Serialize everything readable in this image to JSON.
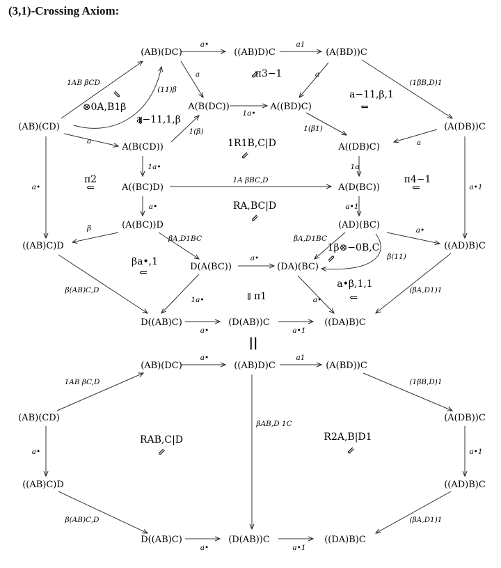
{
  "title": "(3,1)-Crossing Axiom:",
  "equals": "||",
  "nodes": {
    "t_ABDC": "(AB)(DC)",
    "t_AB_D_C": "((AB)D)C",
    "t_A_BD_C": "(A(BD))C",
    "t_ABCD": "(AB)(CD)",
    "t_A_B_DC": "A(B(DC))",
    "t_A__BD_C": "A((BD)C)",
    "t_A_DB_C": "(A(DB))C",
    "t_A_B_CD": "A(B(CD))",
    "t_A__DB_C": "A((DB)C)",
    "t_A__BC_D": "A((BC)D)",
    "t_A_D_BC": "A(D(BC))",
    "t_AB_C_D": "((AB)C)D",
    "t_A_BC_D": "(A(BC))D",
    "t_AD_BC": "(AD)(BC)",
    "t_AD_B_C": "((AD)B)C",
    "t_D_A_BC": "D(A(BC))",
    "t_DA_BC": "(DA)(BC)",
    "t_D__AB_C": "D((AB)C)",
    "t_D_AB_C": "(D(AB))C",
    "t_DA_B_C": "((DA)B)C",
    "b_ABDC": "(AB)(DC)",
    "b_AB_D_C": "((AB)D)C",
    "b_A_BD_C": "(A(BD))C",
    "b_ABCD": "(AB)(CD)",
    "b_A_DB_C": "(A(DB))C",
    "b_AB_C_D": "((AB)C)D",
    "b_AD_B_C": "((AD)B)C",
    "b_D__AB_C": "D((AB)C)",
    "b_D_AB_C": "(D(AB))C",
    "b_DA_B_C": "((DA)B)C"
  },
  "arrow_labels": {
    "t1": "a•",
    "t2": "a1",
    "t3": "1AB βCD",
    "t4": "a",
    "t5": "a",
    "t6": "(1βB,D)1",
    "t7": "1a•",
    "t8": "1(β1)",
    "t9": "a",
    "t10": "a",
    "t11": "1(β)",
    "t12": "(11)β",
    "t13": "1a•",
    "t14": "1A βBC,D",
    "t15": "1a",
    "t16": "a•",
    "t17": "a•",
    "t18": "a•1",
    "t19": "a•1",
    "t20": "β",
    "t21": "βA,D1BC",
    "t22": "a•",
    "t23": "β(11)",
    "t24": "a•",
    "t25": "βA,D1BC",
    "t26": "β(AB)C,D",
    "t27": "1a•",
    "t28": "a•",
    "t29": "(βA,D1)1",
    "t30": "a•",
    "t31": "a•1",
    "b1": "a•",
    "b2": "a1",
    "b3": "1AB βC,D",
    "b4": "(1βB,D)1",
    "b5": "βAB,D 1C",
    "b6": "a•",
    "b7": "a•1",
    "b8": "β(AB)C,D",
    "b9": "(βA,D1)1",
    "b10": "a•",
    "b11": "a•1"
  },
  "cells": {
    "pi3": "π3−1",
    "tensor": "⊗0A,B1β",
    "a11b": "a−11,1,β",
    "a1b1": "a−11,β,1",
    "R1": "1R1B,C|D",
    "pi2": "π2",
    "pi4": "π4−1",
    "R_A": "RA,BC|D",
    "tensor2": "1β⊗−0B,C",
    "beta_a1": "βa•,1",
    "a_b11": "a•β,1,1",
    "pi1": "π1",
    "R_AB": "RAB,C|D",
    "R2": "R2A,B|D1"
  }
}
